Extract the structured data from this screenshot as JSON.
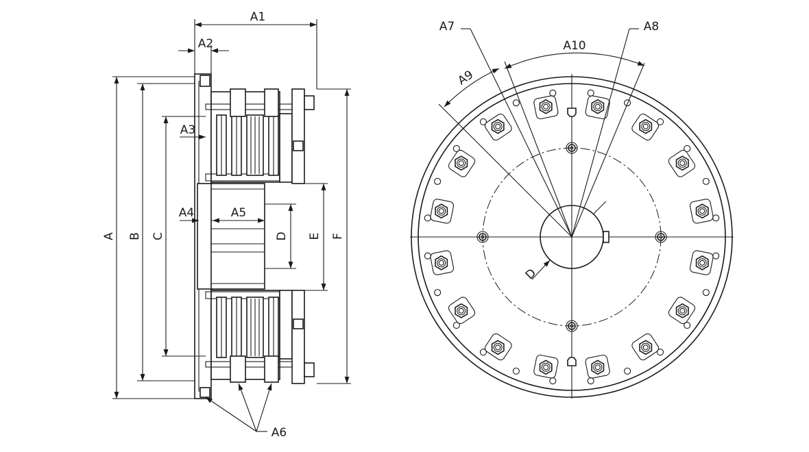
{
  "labels": {
    "A": "A",
    "B": "B",
    "C": "C",
    "D": "D",
    "E": "E",
    "F": "F",
    "A1": "A1",
    "A2": "A2",
    "A3": "A3",
    "A4": "A4",
    "A5": "A5",
    "A6": "A6",
    "A7": "A7",
    "A8": "A8",
    "A9": "A9",
    "A10": "A10",
    "D_front": "D"
  },
  "front_view": {
    "outer_bolt_count": 16,
    "inner_bolt_count": 4,
    "rim_hole_count": 24
  }
}
